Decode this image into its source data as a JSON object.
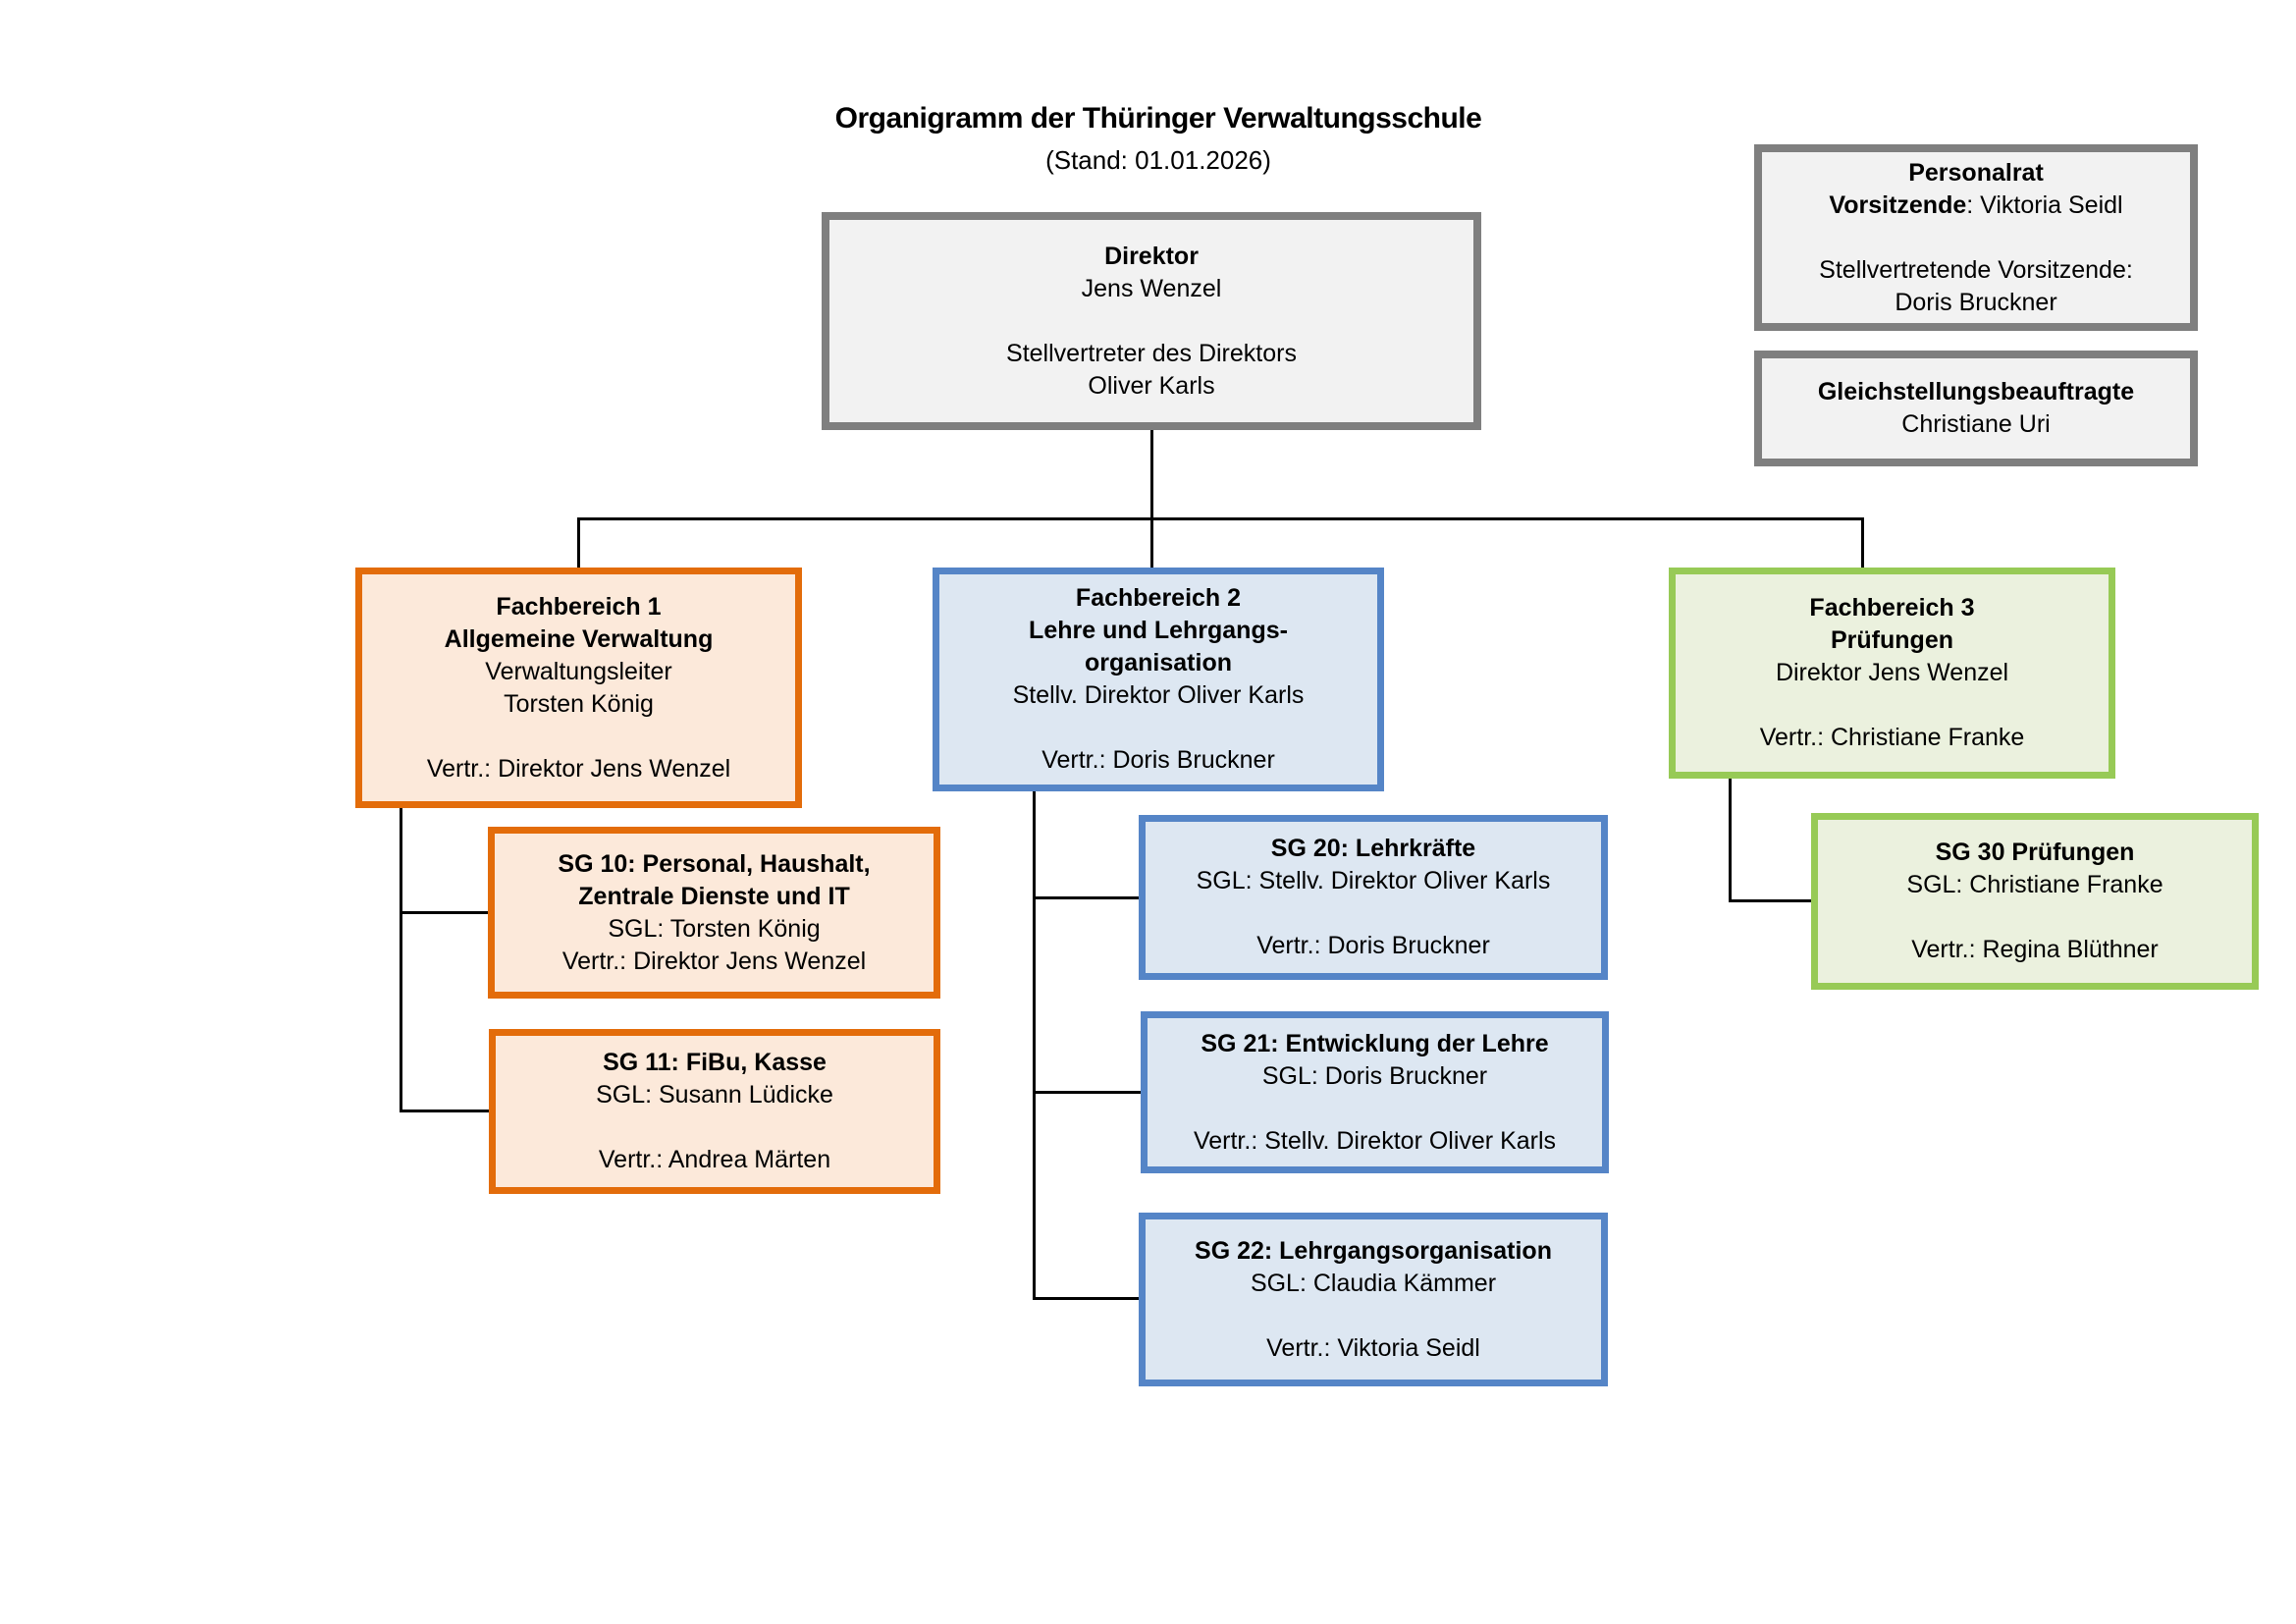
{
  "header": {
    "title": "Organigramm der Thüringer Verwaltungsschule",
    "subtitle": "(Stand: 01.01.2026)"
  },
  "colors": {
    "gray_border": "#7F7F7F",
    "gray_fill": "#F2F2F2",
    "orange_border": "#E36C0A",
    "orange_fill": "#FCE9DA",
    "blue_border": "#5585C7",
    "blue_fill": "#DDE7F2",
    "green_border": "#97CA56",
    "green_fill": "#EBF1DE",
    "connector": "#000000"
  },
  "boxes": {
    "direktor": {
      "lines": [
        {
          "bold": "Direktor",
          "text": ""
        },
        {
          "bold": "",
          "text": "Jens Wenzel"
        },
        {
          "bold": "",
          "text": ""
        },
        {
          "bold": "",
          "text": "Stellvertreter des Direktors"
        },
        {
          "bold": "",
          "text": "Oliver Karls"
        }
      ]
    },
    "personalrat": {
      "lines": [
        {
          "bold": "Personalrat",
          "text": ""
        },
        {
          "bold": "Vorsitzende",
          "text": ": Viktoria Seidl"
        },
        {
          "bold": "",
          "text": ""
        },
        {
          "bold": "",
          "text": "Stellvertretende Vorsitzende:"
        },
        {
          "bold": "",
          "text": "Doris Bruckner"
        }
      ]
    },
    "gleichstellung": {
      "lines": [
        {
          "bold": "Gleichstellungsbeauftragte",
          "text": ""
        },
        {
          "bold": "",
          "text": "Christiane Uri"
        }
      ]
    },
    "fb1": {
      "lines": [
        {
          "bold": "Fachbereich 1",
          "text": ""
        },
        {
          "bold": "Allgemeine Verwaltung",
          "text": ""
        },
        {
          "bold": "",
          "text": "Verwaltungsleiter"
        },
        {
          "bold": "",
          "text": "Torsten König"
        },
        {
          "bold": "",
          "text": ""
        },
        {
          "bold": "",
          "text": "Vertr.: Direktor Jens Wenzel"
        }
      ]
    },
    "fb2": {
      "lines": [
        {
          "bold": "Fachbereich 2",
          "text": ""
        },
        {
          "bold": "Lehre und Lehrgangs-",
          "text": ""
        },
        {
          "bold": "organisation",
          "text": ""
        },
        {
          "bold": "",
          "text": "Stellv. Direktor Oliver Karls"
        },
        {
          "bold": "",
          "text": ""
        },
        {
          "bold": "",
          "text": "Vertr.: Doris Bruckner"
        }
      ]
    },
    "fb3": {
      "lines": [
        {
          "bold": "Fachbereich 3",
          "text": ""
        },
        {
          "bold": "Prüfungen",
          "text": ""
        },
        {
          "bold": "",
          "text": "Direktor Jens Wenzel"
        },
        {
          "bold": "",
          "text": ""
        },
        {
          "bold": "",
          "text": "Vertr.: Christiane Franke"
        }
      ]
    },
    "sg10": {
      "lines": [
        {
          "bold": "SG 10: Personal, Haushalt,",
          "text": ""
        },
        {
          "bold": "Zentrale Dienste und IT",
          "text": ""
        },
        {
          "bold": "",
          "text": "SGL: Torsten König"
        },
        {
          "bold": "",
          "text": "Vertr.: Direktor Jens Wenzel"
        }
      ]
    },
    "sg11": {
      "lines": [
        {
          "bold": "SG 11: FiBu, Kasse",
          "text": ""
        },
        {
          "bold": "",
          "text": "SGL: Susann Lüdicke"
        },
        {
          "bold": "",
          "text": ""
        },
        {
          "bold": "",
          "text": "Vertr.: Andrea Märten"
        }
      ]
    },
    "sg20": {
      "lines": [
        {
          "bold": "SG 20: Lehrkräfte",
          "text": ""
        },
        {
          "bold": "",
          "text": "SGL: Stellv. Direktor Oliver Karls"
        },
        {
          "bold": "",
          "text": ""
        },
        {
          "bold": "",
          "text": "Vertr.: Doris Bruckner"
        }
      ]
    },
    "sg21": {
      "lines": [
        {
          "bold": "SG 21: Entwicklung der Lehre",
          "text": ""
        },
        {
          "bold": "",
          "text": "SGL: Doris Bruckner"
        },
        {
          "bold": "",
          "text": ""
        },
        {
          "bold": "",
          "text": "Vertr.: Stellv. Direktor Oliver Karls"
        }
      ]
    },
    "sg22": {
      "lines": [
        {
          "bold": "SG 22: Lehrgangsorganisation",
          "text": ""
        },
        {
          "bold": "",
          "text": "SGL: Claudia Kämmer"
        },
        {
          "bold": "",
          "text": ""
        },
        {
          "bold": "",
          "text": "Vertr.: Viktoria Seidl"
        }
      ]
    },
    "sg30": {
      "lines": [
        {
          "bold": "SG 30 Prüfungen",
          "text": ""
        },
        {
          "bold": "",
          "text": "SGL: Christiane Franke"
        },
        {
          "bold": "",
          "text": ""
        },
        {
          "bold": "",
          "text": "Vertr.: Regina Blüthner"
        }
      ]
    }
  }
}
